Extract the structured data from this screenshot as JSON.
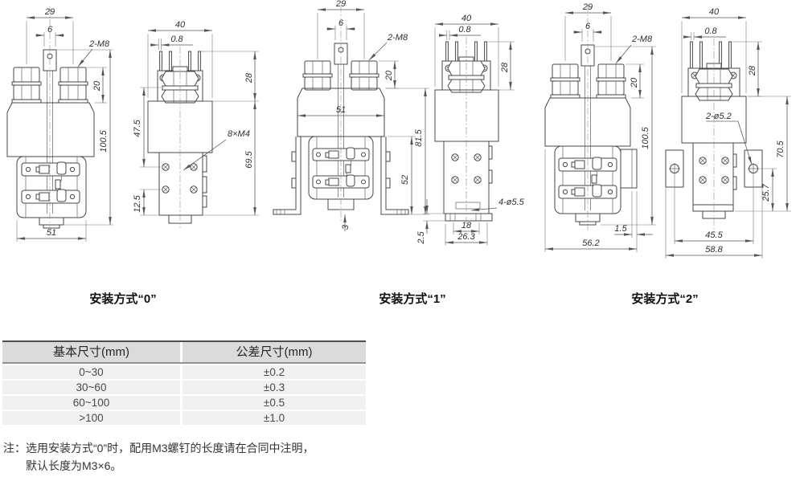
{
  "captions": {
    "m0": "安装方式“0”",
    "m1": "安装方式“1”",
    "m2": "安装方式“2”"
  },
  "views": {
    "m0_front": {
      "dim_29": "29",
      "dim_6": "6",
      "label_m8": "2-M8",
      "dim_20": "20",
      "dim_100_5": "100.5",
      "dim_51": "51"
    },
    "m0_side": {
      "dim_40": "40",
      "dim_0_8": "0.8",
      "dim_28": "28",
      "dim_47_5": "47.5",
      "label_m4": "8×M4",
      "dim_69_5": "69.5",
      "dim_12_5": "12.5"
    },
    "m1_front": {
      "dim_29": "29",
      "dim_6": "6",
      "label_m8": "2-M8",
      "dim_20": "20",
      "dim_51": "51",
      "dim_81_5": "81.5",
      "dim_52": "52",
      "dim_3": "3"
    },
    "m1_side": {
      "dim_40": "40",
      "dim_0_8": "0.8",
      "dim_28": "28",
      "label_holes": "4-ø5.5",
      "dim_2_5": "2.5",
      "dim_18": "18",
      "dim_26_3": "26.3"
    },
    "m2_front": {
      "dim_29": "29",
      "dim_6": "6",
      "label_m8": "2-M8",
      "dim_20": "20",
      "dim_100_5": "100.5",
      "dim_1_5": "1.5",
      "dim_56_2": "56.2"
    },
    "m2_side": {
      "dim_40": "40",
      "dim_0_8": "0.8",
      "dim_28": "28",
      "label_holes": "2-ø5.2",
      "dim_70_5": "70.5",
      "dim_25_7": "25.7",
      "dim_45_5": "45.5",
      "dim_58_8": "58.8"
    }
  },
  "table": {
    "headers": [
      "基本尺寸(mm)",
      "公差尺寸(mm)"
    ],
    "rows": [
      [
        "0~30",
        "±0.2"
      ],
      [
        "30~60",
        "±0.3"
      ],
      [
        "60~100",
        "±0.5"
      ],
      [
        ">100",
        "±1.0"
      ]
    ]
  },
  "note": {
    "line1": "注：选用安装方式“0”时，配用M3螺钉的长度请在合同中注明，",
    "line2": "默认长度为M3×6。"
  },
  "colors": {
    "line": "#474747",
    "dimension": "#555555",
    "table_header_bg": "#dbdbdb",
    "table_row_bg": "#f1f1f1",
    "table_top_border": "#4d4d4d"
  }
}
